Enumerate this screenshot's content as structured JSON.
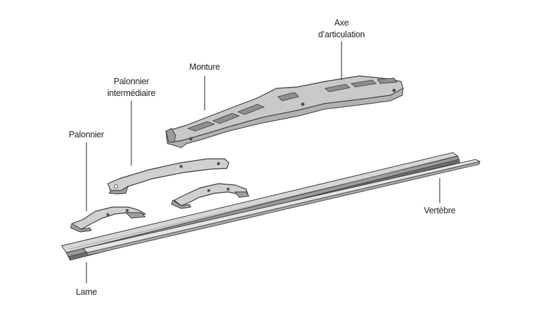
{
  "labels": {
    "axe_line1": "Axe",
    "axe_line2": "d’articulation",
    "monture": "Monture",
    "palonnier_inter_line1": "Palonnier",
    "palonnier_inter_line2": "intermédiaire",
    "palonnier": "Palonnier",
    "vertebre": "Vertèbre",
    "lame": "Lame"
  },
  "colors": {
    "part_fill": "#c9c9c9",
    "part_light": "#e2e2e2",
    "part_dark": "#8e8e8e",
    "outline": "#3a3a3a",
    "leader": "#222222"
  }
}
